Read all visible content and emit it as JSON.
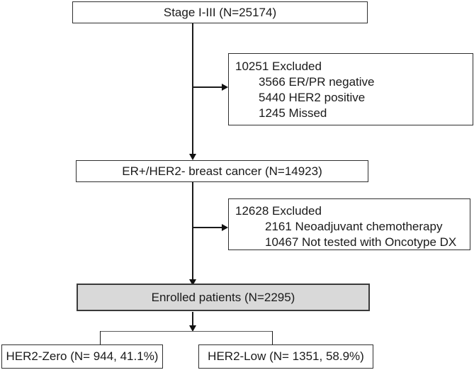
{
  "flowchart": {
    "stage_box": {
      "label": "Stage I-III (N=25174)"
    },
    "excluded_box_1": {
      "header": "10251 Excluded",
      "items": [
        "3566 ER/PR negative",
        "5440 HER2 positive",
        "1245 Missed"
      ]
    },
    "er_her2_box": {
      "label": "ER+/HER2- breast cancer (N=14923)"
    },
    "excluded_box_2": {
      "header": "12628 Excluded",
      "items": [
        "2161 Neoadjuvant chemotherapy",
        "10467 Not tested with Oncotype DX"
      ]
    },
    "enrolled_box": {
      "label": "Enrolled patients (N=2295)"
    },
    "her2_zero_box": {
      "label": "HER2-Zero (N= 944, 41.1%)"
    },
    "her2_low_box": {
      "label": "HER2-Low (N= 1351, 58.9%)"
    }
  },
  "colors": {
    "background": "#ffffff",
    "box_border": "#2f2f2f",
    "line": "#1a1a1a",
    "enrolled_fill": "#d9d9d9",
    "text": "#1a1a1a"
  }
}
